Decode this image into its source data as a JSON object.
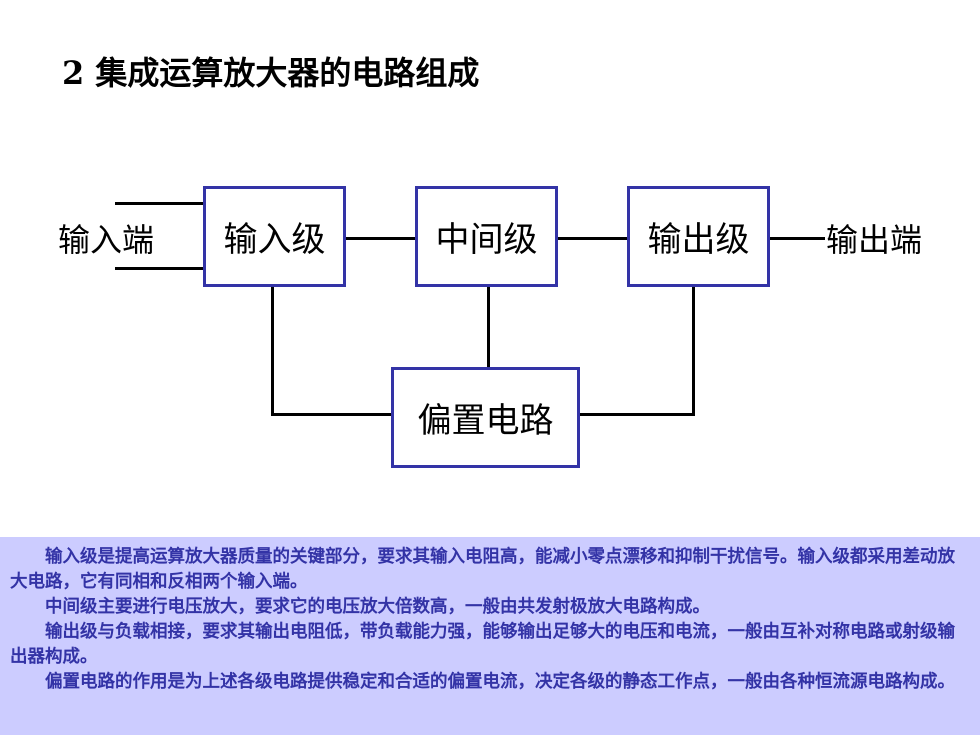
{
  "title": "2  集成运算放大器的电路组成",
  "diagram": {
    "input_terminal": "输入端",
    "output_terminal": "输出端",
    "boxes": {
      "input_stage": "输入级",
      "middle_stage": "中间级",
      "output_stage": "输出级",
      "bias_circuit": "偏置电路"
    }
  },
  "notes": [
    "输入级是提高运算放大器质量的关键部分，要求其输入电阻高，能减小零点漂移和抑制干扰信号。输入级都采用差动放大电路，它有同相和反相两个输入端。",
    "中间级主要进行电压放大，要求它的电压放大倍数高，一般由共发射极放大电路构成。",
    "输出级与负载相接，要求其输出电阻低，带负载能力强，能够输出足够大的电压和电流，一般由互补对称电路或射级输出器构成。",
    "偏置电路的作用是为上述各级电路提供稳定和合适的偏置电流，决定各级的静态工作点，一般由各种恒流源电路构成。"
  ],
  "colors": {
    "box_border": "#3333a6",
    "notes_bg": "#ccccff",
    "notes_text": "#3333a6"
  }
}
